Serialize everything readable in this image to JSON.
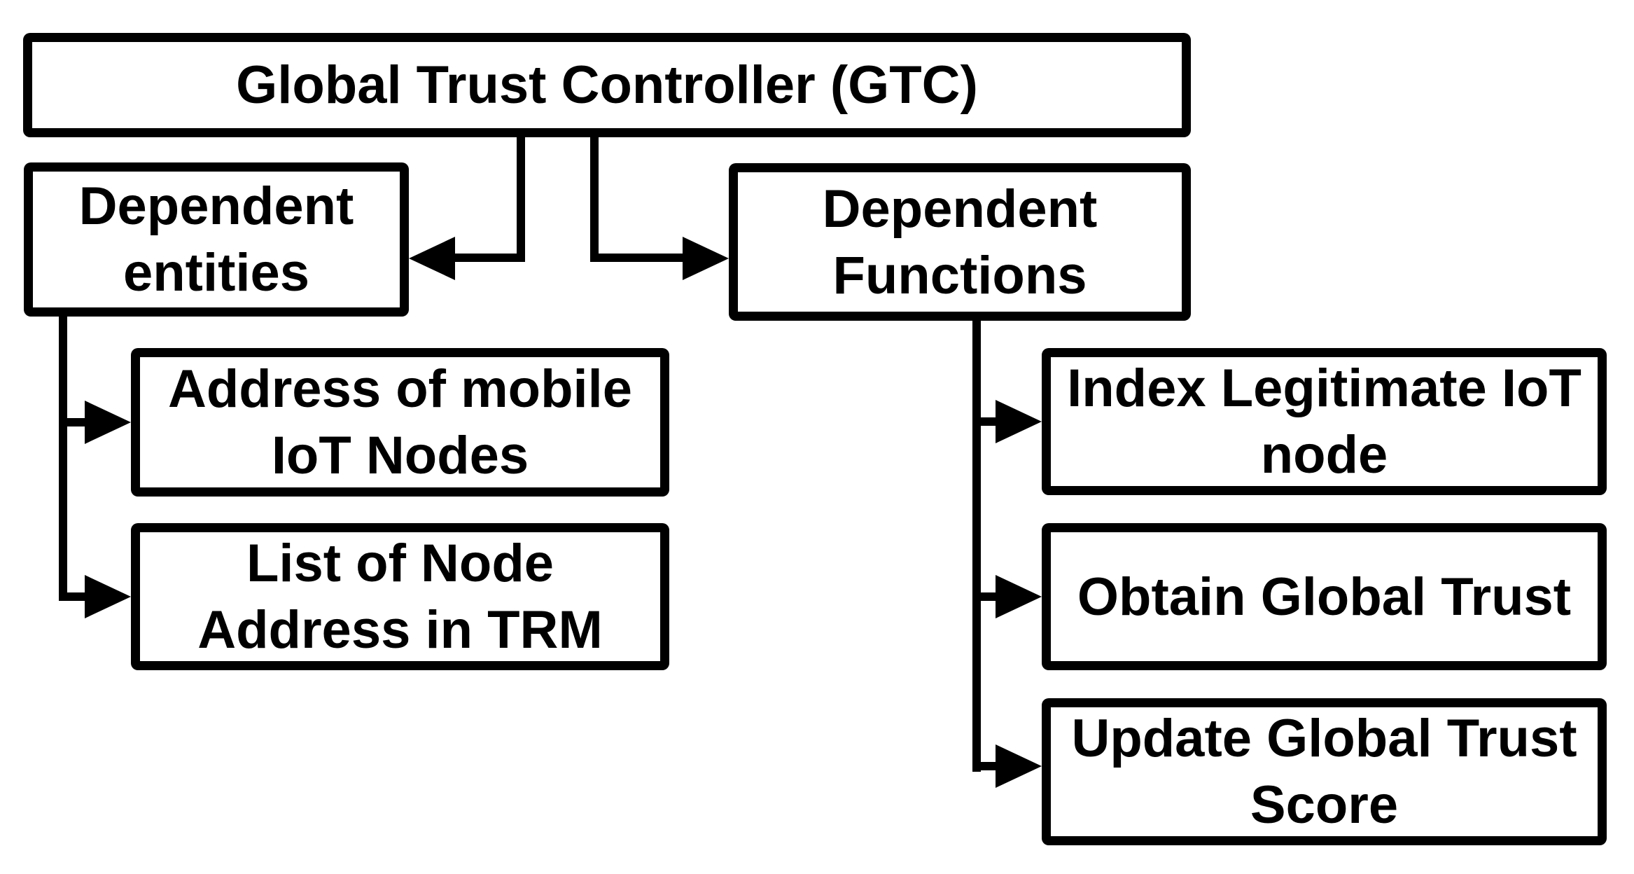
{
  "diagram": {
    "background_color": "#ffffff",
    "box_fill_color": "#ffffff",
    "line_color": "#000000",
    "text_color": "#000000",
    "nodes": {
      "gtc": "Global Trust Controller (GTC)",
      "dependent_entities": "Dependent\nentities",
      "dependent_functions": "Dependent\nFunctions",
      "address_of_mobile_iot_nodes": "Address of mobile\nIoT Nodes",
      "list_of_node_address_in_trm": "List of Node\nAddress in TRM",
      "index_legitimate_iot_node": "Index Legitimate IoT\nnode",
      "obtain_global_trust": "Obtain Global Trust",
      "update_global_trust_score": "Update Global Trust\nScore"
    },
    "edges": [
      {
        "from": "gtc",
        "to": "dependent_entities"
      },
      {
        "from": "gtc",
        "to": "dependent_functions"
      },
      {
        "from": "dependent_entities",
        "to": "address_of_mobile_iot_nodes"
      },
      {
        "from": "dependent_entities",
        "to": "list_of_node_address_in_trm"
      },
      {
        "from": "dependent_functions",
        "to": "index_legitimate_iot_node"
      },
      {
        "from": "dependent_functions",
        "to": "obtain_global_trust"
      },
      {
        "from": "dependent_functions",
        "to": "update_global_trust_score"
      }
    ]
  }
}
